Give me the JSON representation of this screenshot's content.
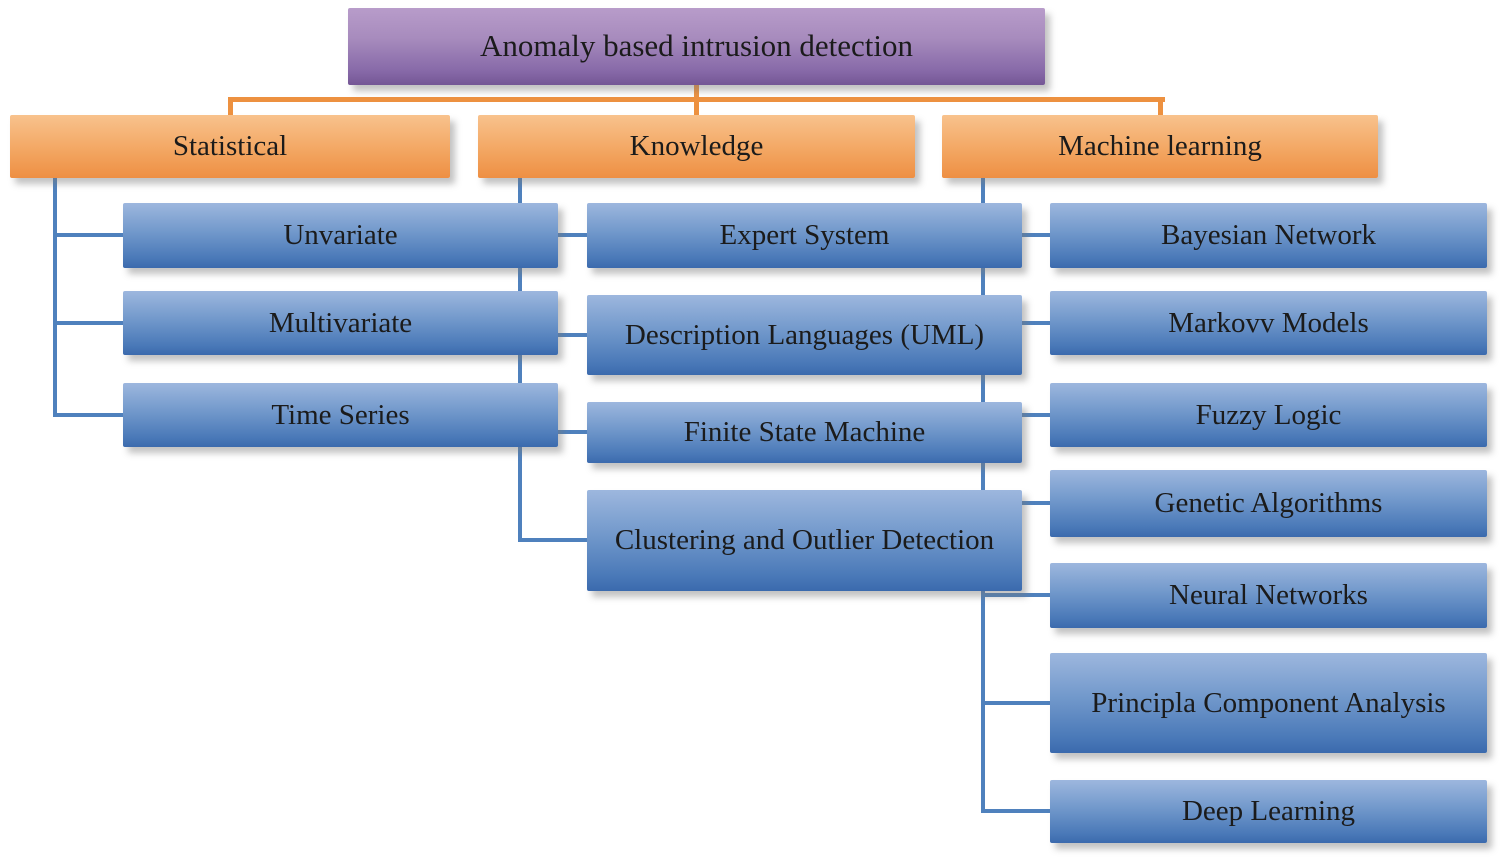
{
  "root": {
    "label": "Anomaly based intrusion detection"
  },
  "branches": [
    {
      "label": "Statistical",
      "children": [
        "Unvariate",
        "Multivariate",
        "Time Series"
      ]
    },
    {
      "label": "Knowledge",
      "children": [
        "Expert System",
        "Description Languages (UML)",
        "Finite State Machine",
        "Clustering and Outlier Detection"
      ]
    },
    {
      "label": "Machine learning",
      "children": [
        "Bayesian Network",
        "Markovv Models",
        "Fuzzy Logic",
        "Genetic Algorithms",
        "Neural Networks",
        "Principla Component Analysis",
        "Deep Learning"
      ]
    }
  ],
  "colors": {
    "line-orange": "#ed9140",
    "line-blue": "#4f81bd",
    "purple-top": "#b89cca",
    "purple-bottom": "#745695",
    "orange-top": "#f8c28d",
    "orange-bottom": "#ee8f43",
    "blue-top": "#9db7de",
    "blue-bottom": "#3b6aad",
    "text": "#1b1b1b",
    "background": "#ffffff"
  }
}
